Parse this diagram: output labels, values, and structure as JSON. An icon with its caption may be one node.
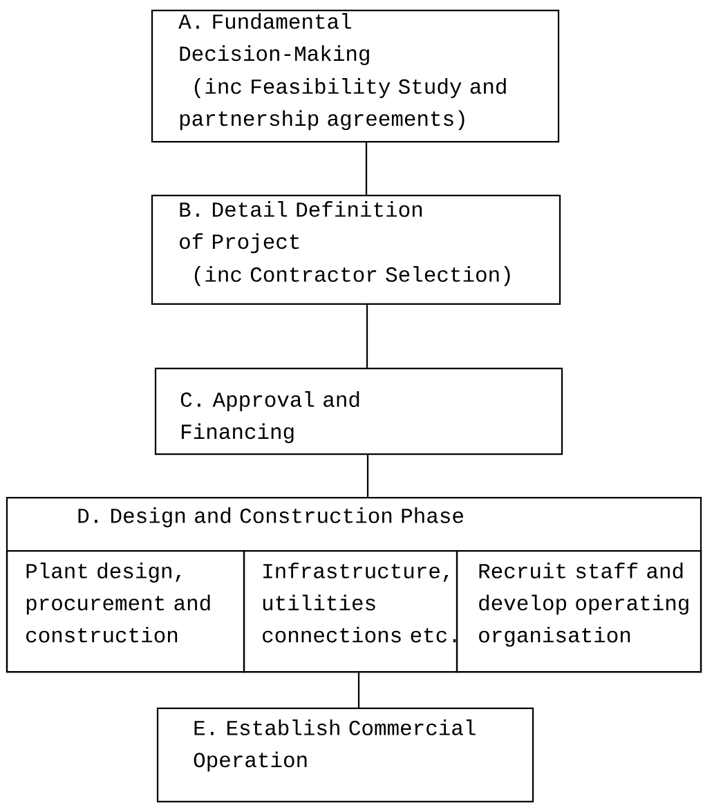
{
  "diagram": {
    "nodes": [
      {
        "text": [
          "A. Fundamental Decision-Making",
          "(inc Feasibility Study and partnership agreements)"
        ]
      },
      {
        "text": [
          "B. Detail Definition of Project",
          "(inc Contractor Selection)"
        ]
      },
      {
        "text": [
          "C. Approval and Financing"
        ]
      },
      {
        "text": [
          "D. Design and Construction Phase"
        ]
      },
      {
        "text": [
          "Plant design, procurement and construction"
        ],
        "in": 3
      },
      {
        "text": [
          "Infrastructure, utilities connections etc."
        ],
        "in": 3
      },
      {
        "text": [
          "Recruit staff and develop operating organisation"
        ],
        "in": 3
      },
      {
        "text": [
          "E. Establish Commercial Operation"
        ]
      }
    ],
    "edges": [
      {
        "from": 0,
        "to": 1,
        "arrow": "none"
      },
      {
        "from": 1,
        "to": 2,
        "arrow": "none"
      },
      {
        "from": 2,
        "to": 3,
        "arrow": "none"
      },
      {
        "from": 3,
        "to": 7,
        "arrow": "none"
      }
    ]
  }
}
